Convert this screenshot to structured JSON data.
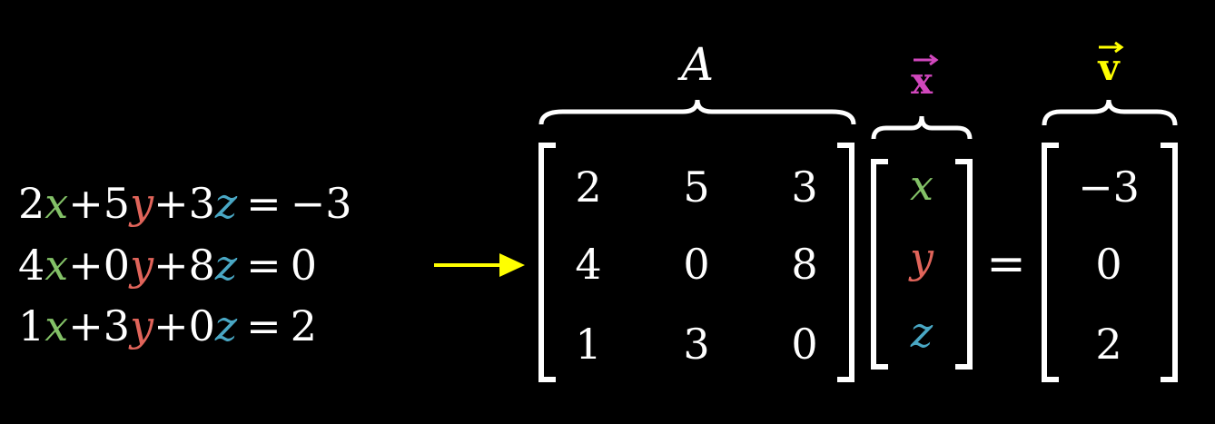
{
  "colors": {
    "background": "#000000",
    "text": "#ffffff",
    "x": "#83c167",
    "y": "#e0645a",
    "z": "#49a7c4",
    "arrow": "#ffff00",
    "vector_x": "#d147bd",
    "vector_v": "#ffff00"
  },
  "equations": [
    {
      "c1": "2",
      "v1": "x",
      "op1": "+",
      "c2": "5",
      "v2": "y",
      "op2": "+",
      "c3": "3",
      "v3": "z",
      "eq": "=",
      "rhs": "−3"
    },
    {
      "c1": "4",
      "v1": "x",
      "op1": "+",
      "c2": "0",
      "v2": "y",
      "op2": "+",
      "c3": "8",
      "v3": "z",
      "eq": "=",
      "rhs": "0"
    },
    {
      "c1": "1",
      "v1": "x",
      "op1": "+",
      "c2": "3",
      "v2": "y",
      "op2": "+",
      "c3": "0",
      "v3": "z",
      "eq": "=",
      "rhs": "2"
    }
  ],
  "matrix": {
    "label": "A",
    "rows": [
      [
        "2",
        "5",
        "3"
      ],
      [
        "4",
        "0",
        "8"
      ],
      [
        "1",
        "3",
        "0"
      ]
    ]
  },
  "vector_x": {
    "label": "x",
    "entries": [
      "x",
      "y",
      "z"
    ]
  },
  "equals": "=",
  "vector_v": {
    "label": "v",
    "entries": [
      "−3",
      "0",
      "2"
    ]
  }
}
